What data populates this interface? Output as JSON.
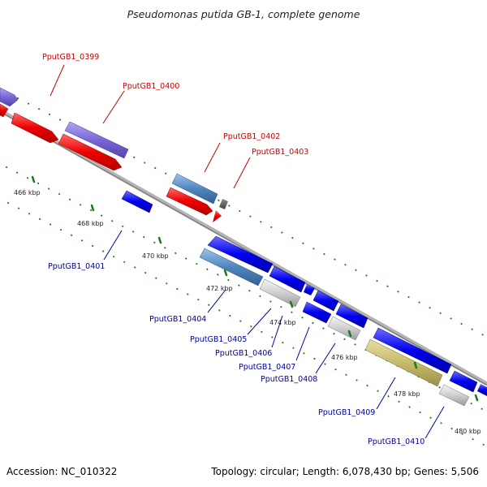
{
  "title": "Pseudomonas putida GB-1, complete genome",
  "footer": {
    "accession": "Accession: NC_010322",
    "topology": "Topology: circular; Length: 6,078,430 bp; Genes: 5,506"
  },
  "colors": {
    "forward_gene_label": "#cc0000",
    "reverse_gene_label": "#000099",
    "tick": "#1a7a1a",
    "backbone": "#888888"
  },
  "ticks": [
    {
      "label": "466 kbp"
    },
    {
      "label": "468 kbp"
    },
    {
      "label": "470 kbp"
    },
    {
      "label": "472 kbp"
    },
    {
      "label": "474 kbp"
    },
    {
      "label": "476 kbp"
    },
    {
      "label": "478 kbp"
    },
    {
      "label": "480 kbp"
    }
  ],
  "gene_labels_forward": [
    {
      "text": "PputGB1_0399"
    },
    {
      "text": "PputGB1_0400"
    },
    {
      "text": "PputGB1_0402"
    },
    {
      "text": "PputGB1_0403"
    }
  ],
  "gene_labels_reverse": [
    {
      "text": "PputGB1_0401"
    },
    {
      "text": "PputGB1_0404"
    },
    {
      "text": "PputGB1_0405"
    },
    {
      "text": "PputGB1_0406"
    },
    {
      "text": "PputGB1_0407"
    },
    {
      "text": "PputGB1_0408"
    },
    {
      "text": "PputGB1_0409"
    },
    {
      "text": "PputGB1_0410"
    }
  ]
}
